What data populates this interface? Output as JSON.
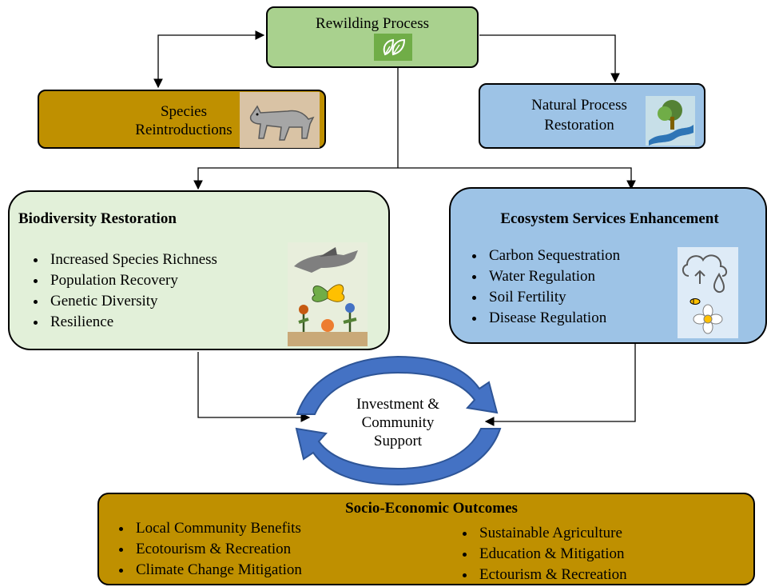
{
  "nodes": {
    "rewilding": {
      "label": "Rewilding Process",
      "fill": "#a9d18e"
    },
    "species": {
      "label_line1": "Species",
      "label_line2": "Reintroductions",
      "fill": "#bf9000"
    },
    "natural": {
      "label_line1": "Natural Process",
      "label_line2": "Restoration",
      "fill": "#9dc3e6"
    },
    "biodiversity": {
      "title": "Biodiversity Restoration",
      "fill": "#e2f0d9",
      "items": [
        "Increased Species Richness",
        "Population Recovery",
        "Genetic Diversity",
        "Resilience"
      ]
    },
    "ecosystem": {
      "title": "Ecosystem Services Enhancement",
      "fill": "#9dc3e6",
      "items": [
        "Carbon Sequestration",
        "Water Regulation",
        "Soil Fertility",
        "Disease Regulation"
      ]
    },
    "investment": {
      "line1": "Investment &",
      "line2": "Community",
      "line3": "Support",
      "arrow_color": "#2e5597"
    },
    "socio": {
      "title": "Socio-Economic Outcomes",
      "fill": "#bf9000",
      "left_items": [
        "Local Community Benefits",
        "Ecotourism & Recreation",
        "Climate Change Mitigation"
      ],
      "right_items": [
        "Sustainable Agriculture",
        "Education & Mitigation",
        "Ectourism & Recreation"
      ]
    }
  },
  "icons": [
    "leaf-icon",
    "wolf-icon",
    "tree-river-icon",
    "bird-icon",
    "butterfly-icon",
    "flowers-icon",
    "cloud-rain-icon",
    "bee-icon",
    "daisy-icon"
  ]
}
